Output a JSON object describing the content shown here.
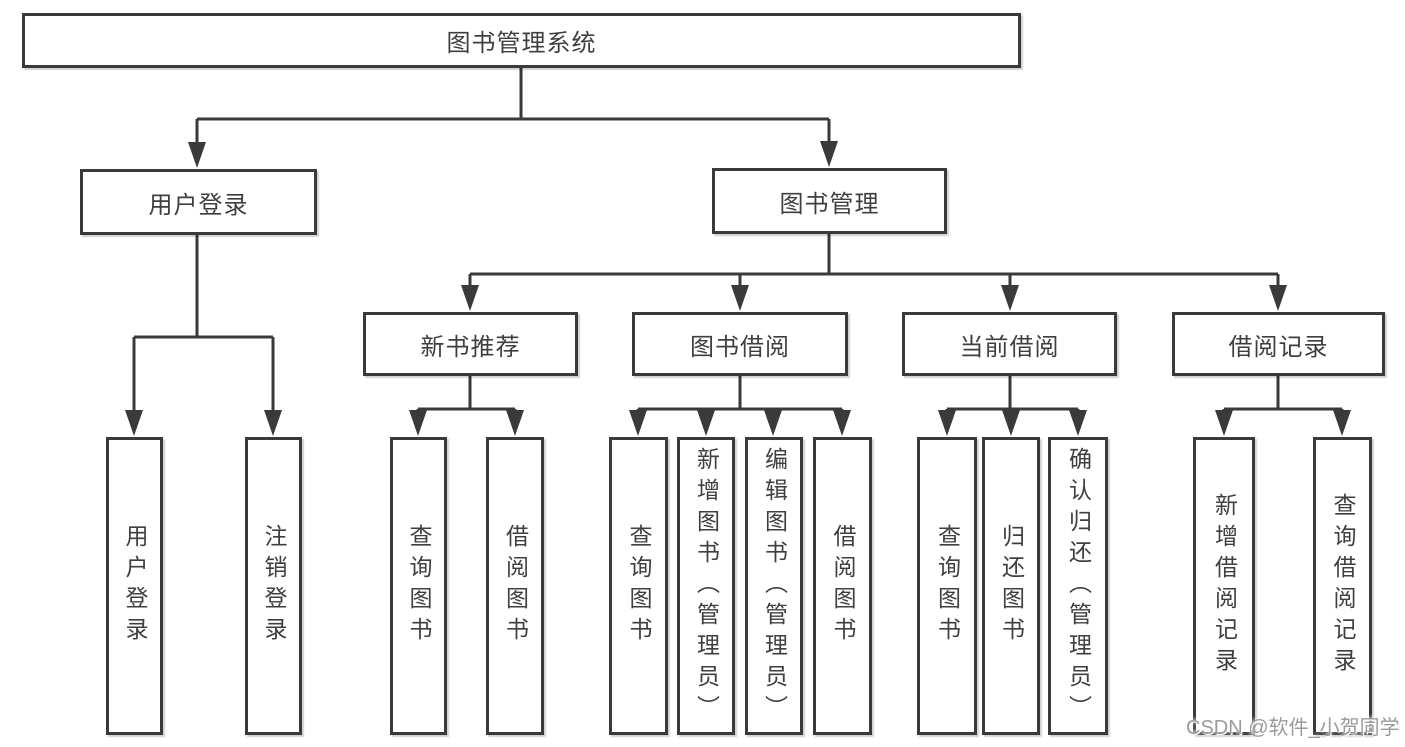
{
  "diagram": {
    "title": "图书管理系统",
    "tree": {
      "root": {
        "label": "图书管理系统",
        "children": [
          {
            "label": "用户登录",
            "children": [
              {
                "label": "用户登录"
              },
              {
                "label": "注销登录"
              }
            ]
          },
          {
            "label": "图书管理",
            "children": [
              {
                "label": "新书推荐",
                "children": [
                  {
                    "label": "查询图书"
                  },
                  {
                    "label": "借阅图书"
                  }
                ]
              },
              {
                "label": "图书借阅",
                "children": [
                  {
                    "label": "查询图书"
                  },
                  {
                    "label": "新增图书（管理员）"
                  },
                  {
                    "label": "编辑图书（管理员）"
                  },
                  {
                    "label": "借阅图书"
                  }
                ]
              },
              {
                "label": "当前借阅",
                "children": [
                  {
                    "label": "查询图书"
                  },
                  {
                    "label": "归还图书"
                  },
                  {
                    "label": "确认归还（管理员）"
                  }
                ]
              },
              {
                "label": "借阅记录",
                "children": [
                  {
                    "label": "新增借阅记录"
                  },
                  {
                    "label": "查询借阅记录"
                  }
                ]
              }
            ]
          }
        ]
      }
    }
  },
  "watermark": {
    "text": "CSDN @软件_小贺同学",
    "color": "#9b9b9b"
  },
  "colors": {
    "line": "#3a3a3a",
    "box_border": "#3a3a3a",
    "text": "#3f3f3f",
    "background": "#ffffff"
  }
}
